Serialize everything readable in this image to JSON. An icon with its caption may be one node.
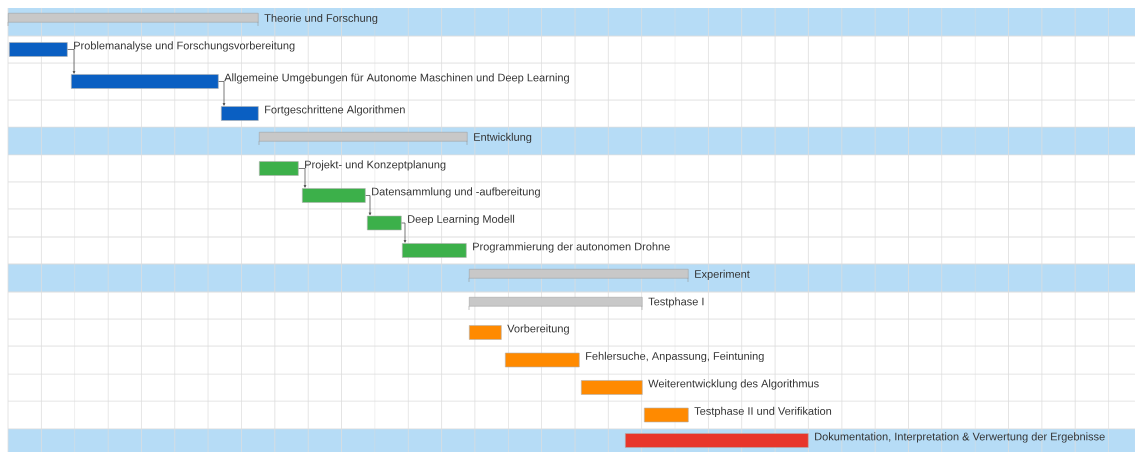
{
  "diagram": {
    "nodes": [
      {
        "text": [
          "Theorie und Forschung"
        ]
      },
      {
        "text": [
          "Problemanalyse und Forschungsvorbereitung"
        ]
      },
      {
        "text": [
          "Allgemeine Umgebungen für Autonome Maschinen und Deep Learning"
        ]
      },
      {
        "text": [
          "Fortgeschrittene Algorithmen"
        ]
      },
      {
        "text": [
          "Entwicklung"
        ]
      },
      {
        "text": [
          "Projekt- und Konzeptplanung"
        ]
      },
      {
        "text": [
          "Datensammlung und -aufbereitung"
        ]
      },
      {
        "text": [
          "Deep Learning Modell"
        ]
      },
      {
        "text": [
          "Programmierung der autonomen Drohne"
        ]
      },
      {
        "text": [
          "Experiment"
        ]
      },
      {
        "text": [
          "Testphase I"
        ]
      },
      {
        "text": [
          "Vorbereitung"
        ]
      },
      {
        "text": [
          "Fehlersuche, Anpassung, Feintuning"
        ]
      },
      {
        "text": [
          "Weiterentwicklung des Algorithmus"
        ]
      },
      {
        "text": [
          "Testphase II und Verifikation"
        ]
      },
      {
        "text": [
          "Dokumentation, Interpretation & Verwertung der Ergebnisse"
        ]
      }
    ],
    "edges": [
      {
        "from": 1,
        "to": 2,
        "arrow": "to"
      },
      {
        "from": 2,
        "to": 3,
        "arrow": "to"
      },
      {
        "from": 5,
        "to": 6,
        "arrow": "to"
      },
      {
        "from": 6,
        "to": 7,
        "arrow": "to"
      },
      {
        "from": 7,
        "to": 8,
        "arrow": "to"
      }
    ]
  }
}
